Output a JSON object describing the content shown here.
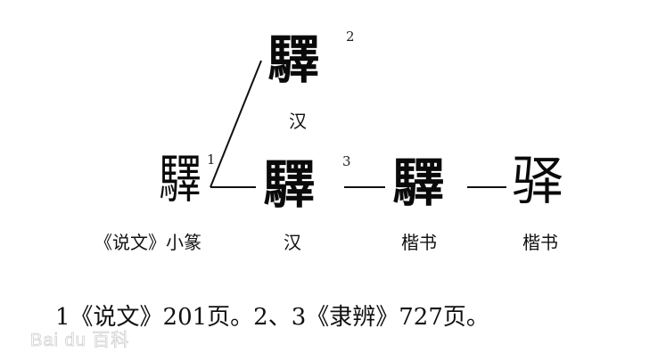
{
  "diagram": {
    "title_glyph_top": "驛",
    "top_node": {
      "glyph": "驛",
      "superscript": "2",
      "label": "汉"
    },
    "row_nodes": [
      {
        "glyph": "驛",
        "superscript": "1",
        "label": "《说文》小篆",
        "style": "seal"
      },
      {
        "glyph": "驛",
        "superscript": "3",
        "label": "汉",
        "style": "clerical"
      },
      {
        "glyph": "驛",
        "superscript": "",
        "label": "楷书",
        "style": "regular"
      },
      {
        "glyph": "驿",
        "superscript": "",
        "label": "楷书",
        "style": "simplified"
      }
    ],
    "connector": "—"
  },
  "footnote": "1《说文》201页。2、3《隶辨》727页。",
  "watermark": "Bai du 百科",
  "colors": {
    "ink": "#0a0a0a",
    "background": "#ffffff",
    "watermark_stroke": "#cfcfcf"
  }
}
